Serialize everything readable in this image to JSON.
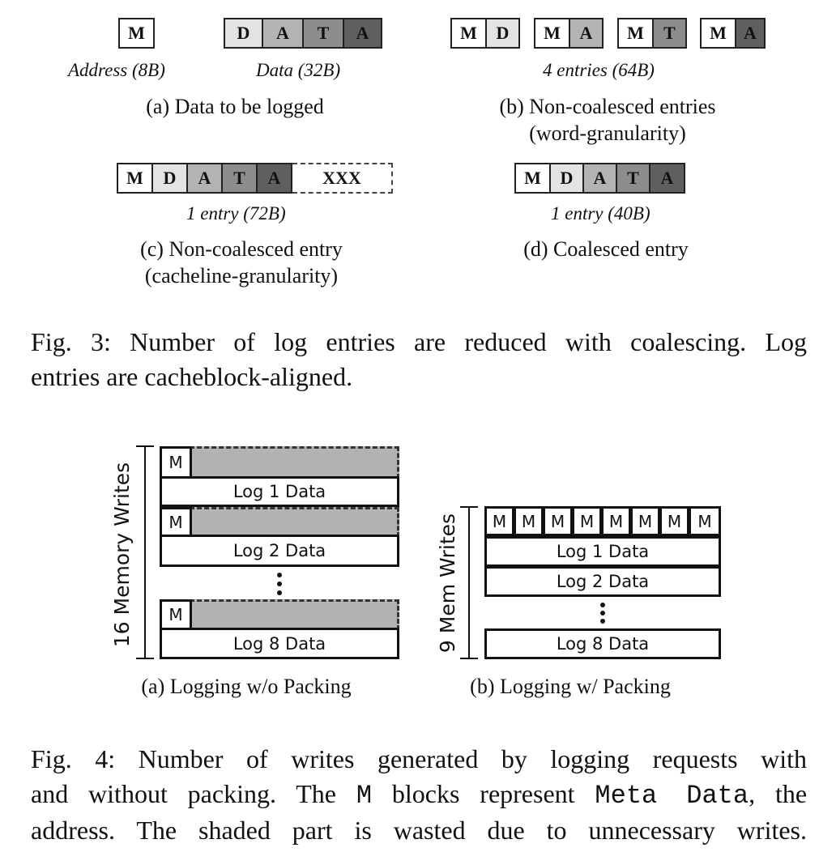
{
  "fig3": {
    "a": {
      "address_cell": "M",
      "data_cells": [
        "D",
        "A",
        "T",
        "A"
      ],
      "address_label": "Address (8B)",
      "data_label": "Data (32B)",
      "caption": "(a) Data to be logged"
    },
    "b": {
      "entries": [
        [
          "M",
          "D"
        ],
        [
          "M",
          "A"
        ],
        [
          "M",
          "T"
        ],
        [
          "M",
          "A"
        ]
      ],
      "size_label": "4 entries (64B)",
      "caption_line1": "(b) Non-coalesced entries",
      "caption_line2": "(word-granularity)"
    },
    "c": {
      "cells": [
        "M",
        "D",
        "A",
        "T",
        "A"
      ],
      "padding_cell": "XXX",
      "size_label": "1 entry (72B)",
      "caption_line1": "(c) Non-coalesced entry",
      "caption_line2": "(cacheline-granularity)"
    },
    "d": {
      "cells": [
        "M",
        "D",
        "A",
        "T",
        "A"
      ],
      "size_label": "1 entry (40B)",
      "caption": "(d) Coalesced entry"
    },
    "caption_line1": "Fig. 3: Number of log entries are reduced with coalescing. Log",
    "caption_line2": "entries are cacheblock-aligned."
  },
  "fig4": {
    "a": {
      "axis_label": "16 Memory Writes",
      "meta": "M",
      "rows": [
        "Log 1 Data",
        "Log 2 Data",
        "Log 8 Data"
      ],
      "caption": "(a) Logging w/o Packing"
    },
    "b": {
      "axis_label": "9 Mem Writes",
      "meta": [
        "M",
        "M",
        "M",
        "M",
        "M",
        "M",
        "M",
        "M"
      ],
      "rows": [
        "Log 1 Data",
        "Log 2 Data",
        "Log 8 Data"
      ],
      "caption": "(b) Logging w/ Packing"
    },
    "caption_part1_line1": "Fig. 4: Number of writes generated by logging requests with",
    "caption_part2_pre": "and without packing. The ",
    "caption_code1": "M",
    "caption_part2_mid": " blocks represent ",
    "caption_code2": "Meta Data",
    "caption_part2_post": ", the",
    "caption_line3": "address. The shaded part is wasted due to unnecessary writes."
  }
}
